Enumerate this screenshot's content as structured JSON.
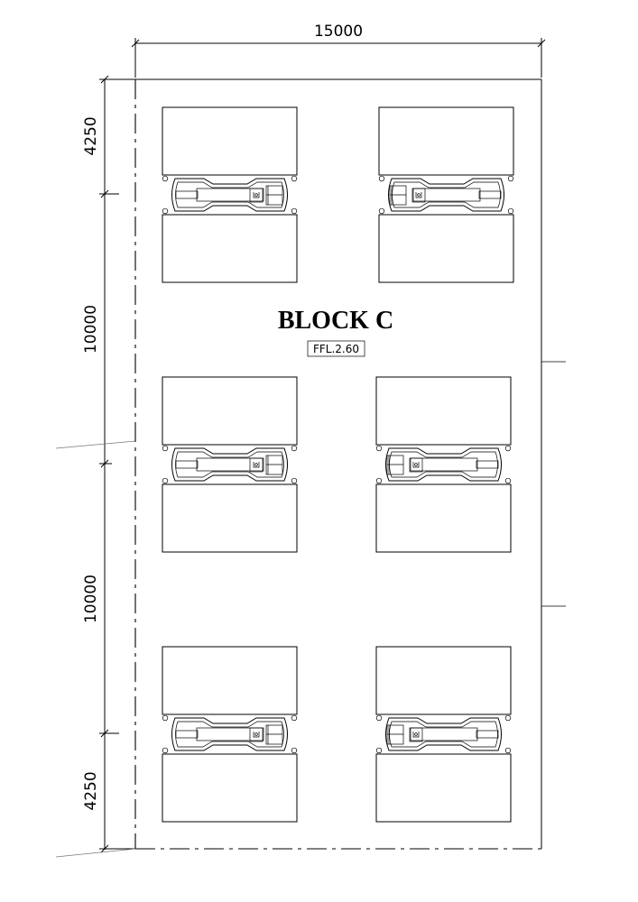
{
  "dimensions": {
    "top_width": "15000",
    "left": [
      "4250",
      "10000",
      "10000",
      "4250"
    ]
  },
  "block": {
    "title": "BLOCK C",
    "level_tag": "FFL.2.60"
  },
  "units": [
    {
      "id": "unit-1",
      "pump_side": "right"
    },
    {
      "id": "unit-2",
      "pump_side": "left"
    },
    {
      "id": "unit-3",
      "pump_side": "right"
    },
    {
      "id": "unit-4",
      "pump_side": "left"
    },
    {
      "id": "unit-5",
      "pump_side": "right"
    },
    {
      "id": "unit-6",
      "pump_side": "left"
    }
  ]
}
